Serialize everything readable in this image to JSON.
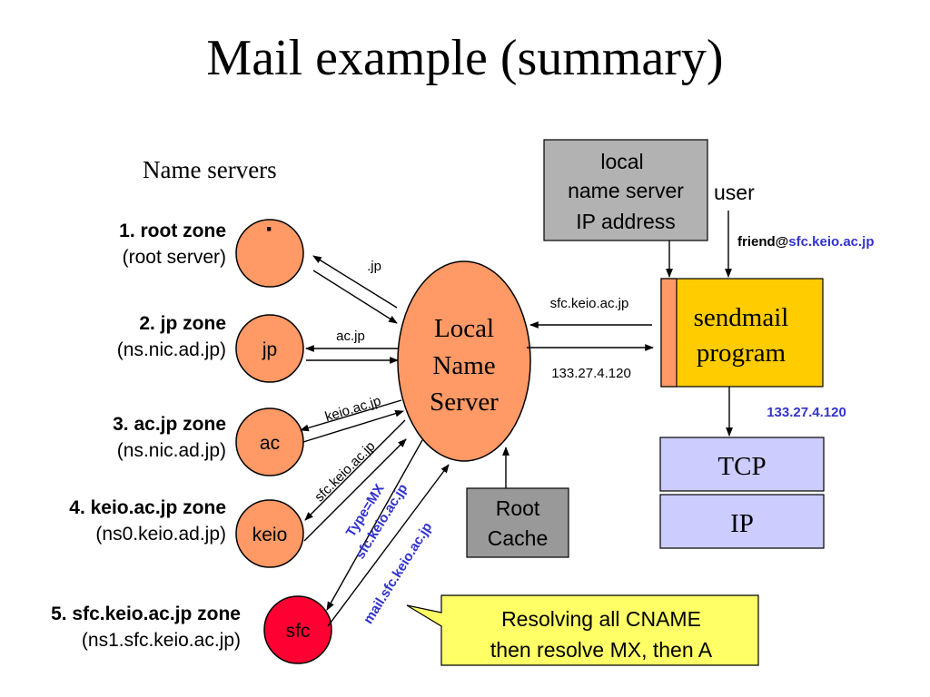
{
  "slide": {
    "title": "Mail example (summary)",
    "subtitle": "Name servers"
  },
  "zones": [
    {
      "title": "1. root zone",
      "server": "(root server)",
      "node_label": "·",
      "color": "#FF9966"
    },
    {
      "title": "2. jp zone",
      "server": "(ns.nic.ad.jp)",
      "node_label": "jp",
      "color": "#FF9966"
    },
    {
      "title": "3. ac.jp zone",
      "server": "(ns.nic.ad.jp)",
      "node_label": "ac",
      "color": "#FF9966"
    },
    {
      "title": "4. keio.ac.jp zone",
      "server": "(ns0.keio.ad.jp)",
      "node_label": "keio",
      "color": "#FF9966"
    },
    {
      "title": "5. sfc.keio.ac.jp zone",
      "server": "(ns1.sfc.keio.ac.jp)",
      "node_label": "sfc",
      "color": "#FF0033"
    }
  ],
  "local_name_server": {
    "lines": [
      "Local",
      "Name",
      "Server"
    ],
    "color": "#FF9966"
  },
  "arrow_labels": {
    "root": ".jp",
    "jp": "ac.jp",
    "ac": "keio.ac.jp",
    "keio": "sfc.keio.ac.jp",
    "sfc_query_line1": "Type=MX",
    "sfc_query_line2": "sfc.keio.ac.jp",
    "sfc_answer": "mail.sfc.keio.ac.jp",
    "to_lns": "sfc.keio.ac.jp",
    "from_lns": "133.27.4.120",
    "to_tcp": "133.27.4.120"
  },
  "local_ns_ip_box": {
    "lines": [
      "local",
      "name server",
      "IP address"
    ],
    "color": "#B2B2B2"
  },
  "user": {
    "label": "user",
    "address_local": "friend@",
    "address_domain": "sfc.keio.ac.jp"
  },
  "sendmail": {
    "lines": [
      "sendmail",
      "program"
    ],
    "color": "#FFCC00",
    "tab_color": "#FF9966"
  },
  "root_cache": {
    "lines": [
      "Root",
      "Cache"
    ],
    "color": "#999999"
  },
  "stack": {
    "layers": [
      "TCP",
      "IP"
    ],
    "color": "#CCCCFF"
  },
  "callout": {
    "lines": [
      "Resolving all CNAME",
      "then resolve MX, then A"
    ],
    "color": "#FFFF66"
  },
  "colors": {
    "accent_text": "#3333CC",
    "stroke": "#000000"
  }
}
